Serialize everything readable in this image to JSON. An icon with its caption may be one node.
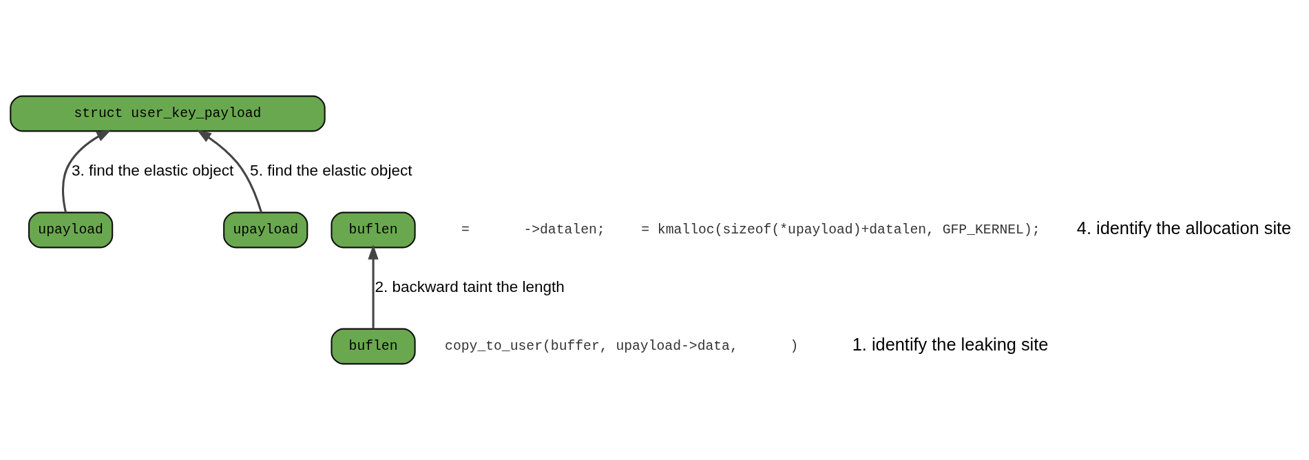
{
  "diagram": {
    "nodes": [
      {
        "text": [
          "struct user_key_payload"
        ]
      },
      {
        "text": [
          "buflen"
        ]
      },
      {
        "text": [
          "upayload"
        ]
      },
      {
        "text": [
          "upayload"
        ]
      },
      {
        "text": [
          "buflen"
        ]
      }
    ],
    "edges": [
      {
        "from": 4,
        "to": 1,
        "arrow": "to",
        "label": "2. backward taint the length"
      },
      {
        "from": 2,
        "to": 0,
        "arrow": "to",
        "label": "3. find the elastic object"
      },
      {
        "from": 3,
        "to": 0,
        "arrow": "to",
        "label": "5. find the elastic object"
      }
    ],
    "labels": [
      "=",
      "->datalen;",
      "= kmalloc(sizeof(*upayload)+datalen, GFP_KERNEL);",
      "copy_to_user(buffer, upayload->data,",
      ")",
      "1. identify the leaking site",
      "4. identify the allocation site"
    ]
  }
}
